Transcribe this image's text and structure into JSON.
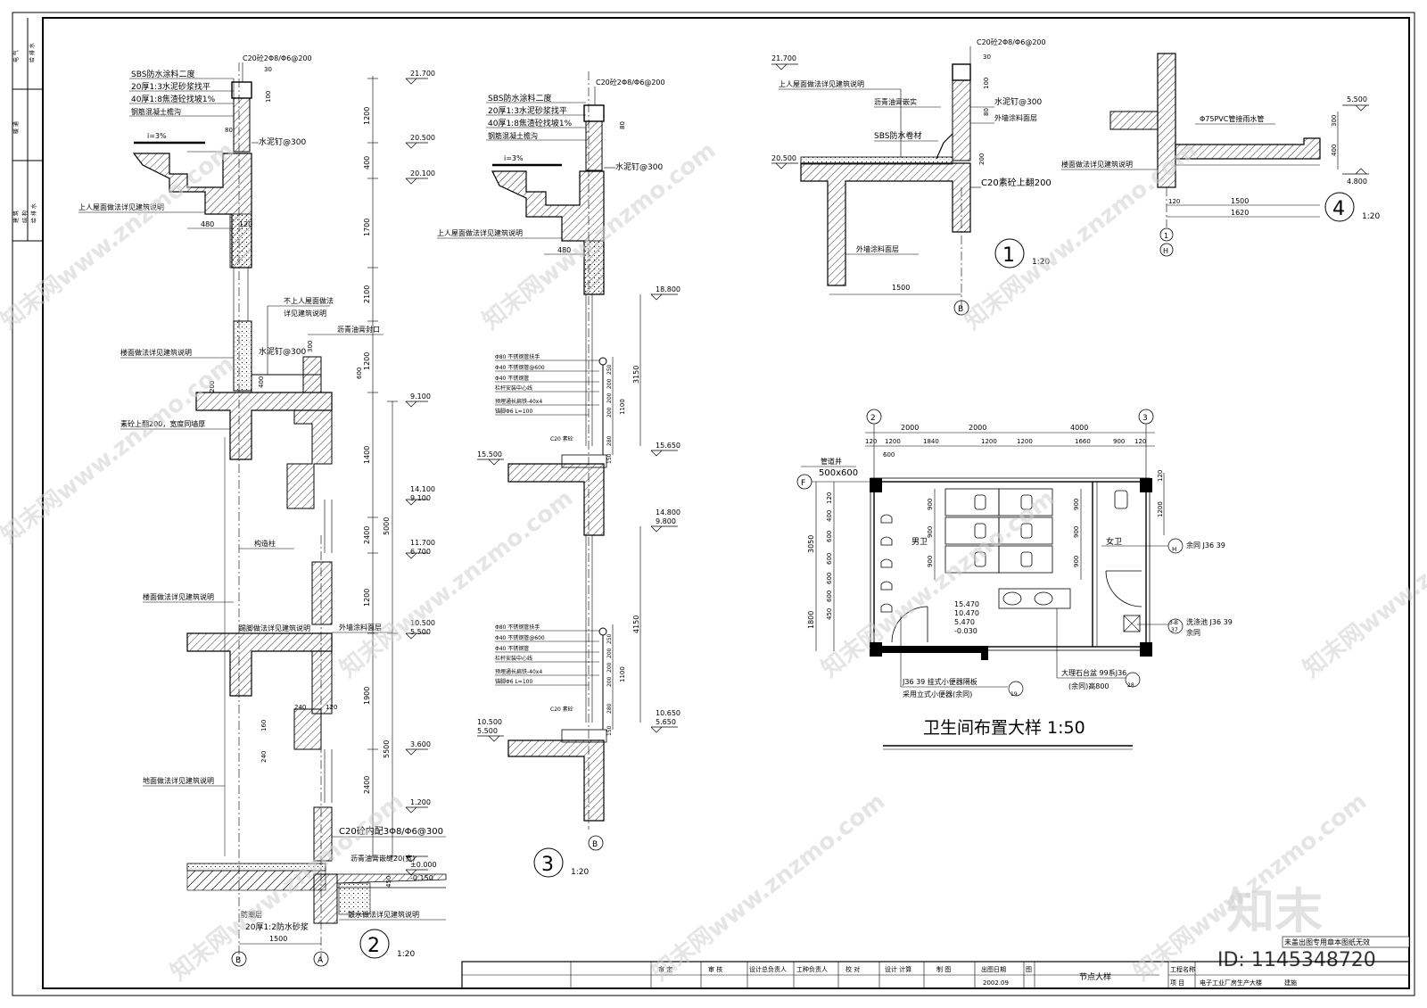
{
  "details": {
    "d2": {
      "notes": [
        "SBS防水涂料二度",
        "20厚1:3水泥砂浆找平",
        "40厚1:8焦渣砼找坡1%",
        "钢筋混凝土檐沟"
      ],
      "top_beam": "C20砼2Φ8/Φ6@200",
      "slope": "i=3%",
      "nail": "水泥钉@300",
      "roof_up": "上人屋面做法详见建筑说明",
      "roof_nonup_1": "不上人屋面做法",
      "roof_nonup_2": "详见建筑说明",
      "asphalt_seal": "沥青油膏封口",
      "nail2": "水泥钉@300",
      "floor_note": "楼面做法详见建筑说明",
      "sill_note": "素砼上翻200，宽度同墙厚",
      "column": "构造柱",
      "floor_note2": "楼面做法详见建筑说明",
      "skirting": "踢脚做法详见建筑说明",
      "ext_paint": "外墙涂料面层",
      "ground_note": "地面做法详见建筑说明",
      "base_beam": "C20砼内配3Φ8/Φ6@300",
      "joint": "沥青油膏嵌缝20(宽)",
      "damp": "防潮层",
      "damp_spec": "20厚1:2防水砂浆",
      "apron": "散水做法详见建筑说明",
      "dim_480": "480",
      "dim_120": "120",
      "dim_240": "240",
      "dim_160": "160",
      "dim_1500": "1500",
      "dim_200": "200",
      "dim_400": "400",
      "dim_100": "100",
      "dim_80": "80",
      "dim_30": "30",
      "dim_600": "600",
      "dim_300": "300",
      "dim_450": "450",
      "vdims_right": [
        "1200",
        "400",
        "1700",
        "2100",
        "1200",
        "1400",
        "2400",
        "1200",
        "1900",
        "2400"
      ],
      "vdims_total": [
        "5000",
        "5500"
      ],
      "levels": [
        "21.700",
        "20.500",
        "20.100",
        "9.100",
        "14.100",
        "9.100",
        "11.700",
        "6.700",
        "10.500",
        "5.500",
        "3.600",
        "1.200",
        "±0.000",
        "-0.150"
      ],
      "axis_b": "B",
      "axis_a": "A",
      "num": "2",
      "scale": "1:20"
    },
    "d3": {
      "notes": [
        "SBS防水涂料二度",
        "20厚1:3水泥砂浆找平",
        "40厚1:8焦渣砼找坡1%",
        "钢筋混凝土檐沟"
      ],
      "top_beam": "C20砼2Φ8/Φ6@200",
      "slope": "i=3%",
      "nail": "水泥钉@300",
      "roof_up": "上人屋面做法详见建筑说明",
      "rail_a": [
        "Φ80  不锈钢管扶手",
        "Φ40  不锈钢管@600",
        "Φ40  不锈钢管",
        "栏杆安装中心线",
        "预埋通长扁铁-40x4",
        "锚脚Φ6 L=100"
      ],
      "rail_b": [
        "Φ80  不锈钢管扶手",
        "Φ40  不锈钢管@600",
        "Φ40  不锈钢管",
        "栏杆安装中心线",
        "预埋通长扁铁-40x4",
        "锚脚Φ6 L=100"
      ],
      "c20a": "C20 素砼",
      "c20b": "C20 素砼",
      "dim_480": "480",
      "dim_80": "80",
      "vdims_a": [
        "250",
        "200",
        "200",
        "200",
        "1100",
        "280"
      ],
      "vdims_b": [
        "250",
        "200",
        "200",
        "200",
        "1100",
        "280"
      ],
      "dim_3150": "3150",
      "dim_4150": "4150",
      "dim_150": "150",
      "levels": [
        "18.800",
        "15.650",
        "15.500",
        "14.800",
        "9.800",
        "10.650",
        "5.650",
        "10.500",
        "5.500"
      ],
      "axis_b": "B",
      "num": "3",
      "scale": "1:20"
    },
    "d1": {
      "top_beam": "C20砼2Φ8/Φ6@200",
      "level_top": "21.700",
      "level_floor": "20.500",
      "roof_up": "上人屋面做法详见建筑说明",
      "asphalt": "沥青油膏嵌实",
      "nail": "水泥钉@300",
      "ext_paint": "外墙涂料面层",
      "sbs": "SBS防水卷材",
      "sill": "C20素砼上翻200",
      "ext_paint2": "外墙涂料面层",
      "dim_1500": "1500",
      "dim_200": "200",
      "dim_100": "100",
      "dim_30": "30",
      "dim_80": "80",
      "axis_b": "B",
      "num": "1",
      "scale": "1:20"
    },
    "d4": {
      "pipe": "Φ75PVC管接雨水管",
      "floor_note": "楼面做法详见建筑说明",
      "level_top": "5.500",
      "level_bot": "4.800",
      "dim_300": "300",
      "dim_400": "400",
      "dim_120": "120",
      "dim_1500": "1500",
      "dim_1620": "1620",
      "axis_1": "1",
      "axis_h": "H",
      "num": "4",
      "scale": "1:20"
    }
  },
  "toilet_plan": {
    "title": "卫生间布置大样    1:50",
    "axis_top": [
      "2",
      "3"
    ],
    "axis_left": "F",
    "dims_top_1": [
      "2000",
      "2000",
      "4000"
    ],
    "dims_top_2": [
      "120",
      "1200",
      "1840",
      "1200",
      "1200",
      "1660",
      "900",
      "120"
    ],
    "dim_600": "600",
    "dims_left": [
      "120",
      "400",
      "600",
      "600",
      "600",
      "600",
      "450"
    ],
    "dim_left_total": [
      "3050",
      "1800"
    ],
    "dims_inner": [
      "900",
      "900",
      "900",
      "900",
      "900",
      "900"
    ],
    "dims_right": [
      "120",
      "1200"
    ],
    "shaft_1": "管道井",
    "shaft_2": "500x600",
    "men": "男卫",
    "women": "女卫",
    "levels": [
      "15.470",
      "10.470",
      "5.470",
      "-0.030"
    ],
    "ref_r1": "余同  J36  39",
    "ref_r1_b": "H",
    "ref_r2": "洗涤池  J36  39",
    "ref_r2_b": "余同",
    "ref_r2_c": "3-B",
    "ref_r2_d": "37",
    "ref_b1_a": "J36  39  挂式小便器隔板",
    "ref_b1_b": "采用立式小便器(余同)",
    "ref_b1_c": "19",
    "ref_b2_a": "大理石台盆  99系J36",
    "ref_b2_b": "(余同)高800",
    "ref_b2_c": "28"
  },
  "title_block": {
    "cells": [
      "审  定",
      "审  核",
      "设计总负责人",
      "工种负责人",
      "校  对",
      "设计  计算",
      "制  图",
      "出图日期"
    ],
    "date": "2002.09",
    "sheet_label": "图",
    "drawing_name": "节点大样",
    "project_label": "工程名称",
    "item_label": "项  目",
    "item_value": "电子工业厂房生产大楼",
    "sheet_no": "建施"
  },
  "stamp_strip": [
    "电  气",
    "给 排 水",
    "暖  通",
    "建  筑",
    "结  构",
    "给 排 水"
  ],
  "watermark": {
    "brand": "知末",
    "site": "知末网www.znzmo.com",
    "notice": "未盖出图专用章本图纸无效",
    "id": "ID: 1145348720"
  }
}
